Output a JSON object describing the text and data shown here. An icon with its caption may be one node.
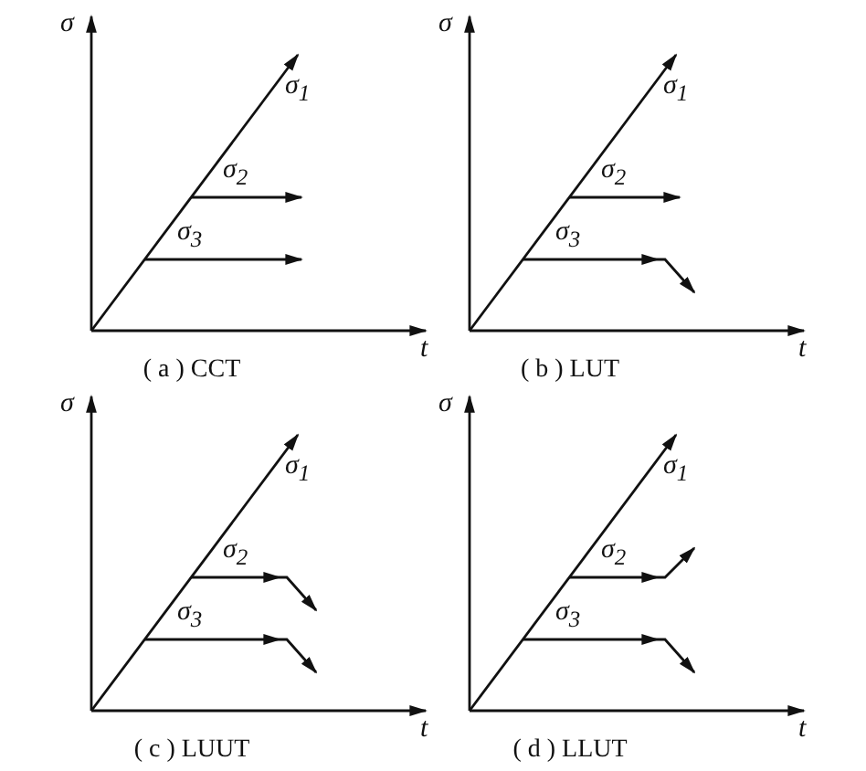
{
  "diagram": {
    "labels": [
      "σ",
      "σ$_{1}$",
      "σ$_{2}$",
      "σ$_{3}$",
      "t",
      "( a ) CCT",
      "σ",
      "σ$_{1}$",
      "σ$_{2}$",
      "σ$_{3}$",
      "t",
      "( b ) LUT",
      "σ",
      "σ$_{1}$",
      "σ$_{2}$",
      "σ$_{3}$",
      "t",
      "( c ) LUUT",
      "σ",
      "σ$_{1}$",
      "σ$_{2}$",
      "σ$_{3}$",
      "t",
      "( d ) LLUT"
    ]
  }
}
